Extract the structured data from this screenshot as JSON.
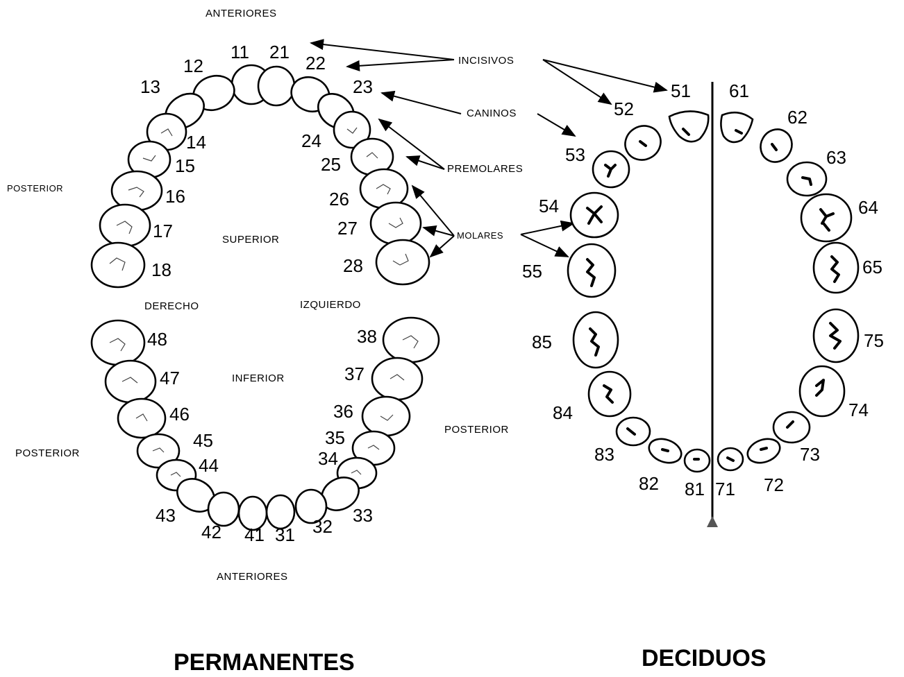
{
  "labels": {
    "anteriores_top": "ANTERIORES",
    "anteriores_bottom": "ANTERIORES",
    "posterior_upper_left": "POSTERIOR",
    "posterior_lower_left": "POSTERIOR",
    "posterior_right": "POSTERIOR",
    "superior": "SUPERIOR",
    "inferior": "INFERIOR",
    "derecho": "DERECHO",
    "izquierdo": "IZQUIERDO",
    "incisivos": "INCISIVOS",
    "caninos": "CANINOS",
    "premolares": "PREMOLARES",
    "molares": "MOLARES"
  },
  "titles": {
    "permanentes": "PERMANENTES",
    "deciduos": "DECIDUOS"
  },
  "permanent_teeth": [
    "11",
    "12",
    "13",
    "14",
    "15",
    "16",
    "17",
    "18",
    "21",
    "22",
    "23",
    "24",
    "25",
    "26",
    "27",
    "28",
    "31",
    "32",
    "33",
    "34",
    "35",
    "36",
    "37",
    "38",
    "41",
    "42",
    "43",
    "44",
    "45",
    "46",
    "47",
    "48"
  ],
  "deciduous_teeth": [
    "51",
    "52",
    "53",
    "54",
    "55",
    "61",
    "62",
    "63",
    "64",
    "65",
    "71",
    "72",
    "73",
    "74",
    "75",
    "81",
    "82",
    "83",
    "84",
    "85"
  ]
}
